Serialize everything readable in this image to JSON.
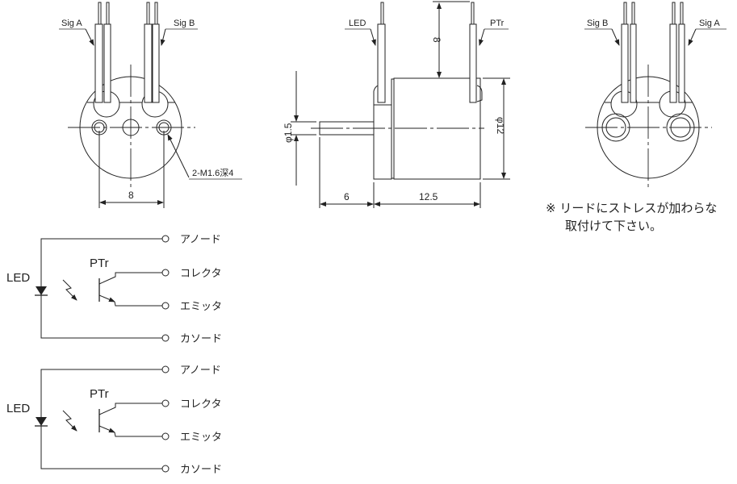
{
  "front_view": {
    "lead_labels": [
      "Sig A",
      "Sig B"
    ],
    "hole_spacing": "8",
    "thread_callout": "2-M1.6深4"
  },
  "side_view": {
    "lead_labels": [
      "LED",
      "PTr"
    ],
    "lead_length": "8",
    "shaft_diameter": "φ1.5",
    "body_diameter": "φ12",
    "shaft_length": "6",
    "body_length": "12.5"
  },
  "rear_view": {
    "lead_labels": [
      "Sig B",
      "Sig A"
    ]
  },
  "note": {
    "line1": "※ リードにストレスが加わらな",
    "line2": "取付けて下さい。"
  },
  "circuits": [
    {
      "led_label": "LED",
      "ptr_label": "PTr",
      "pins": [
        "アノード",
        "コレクタ",
        "エミッタ",
        "カソード"
      ]
    },
    {
      "led_label": "LED",
      "ptr_label": "PTr",
      "pins": [
        "アノード",
        "コレクタ",
        "エミッタ",
        "カソード"
      ]
    }
  ]
}
